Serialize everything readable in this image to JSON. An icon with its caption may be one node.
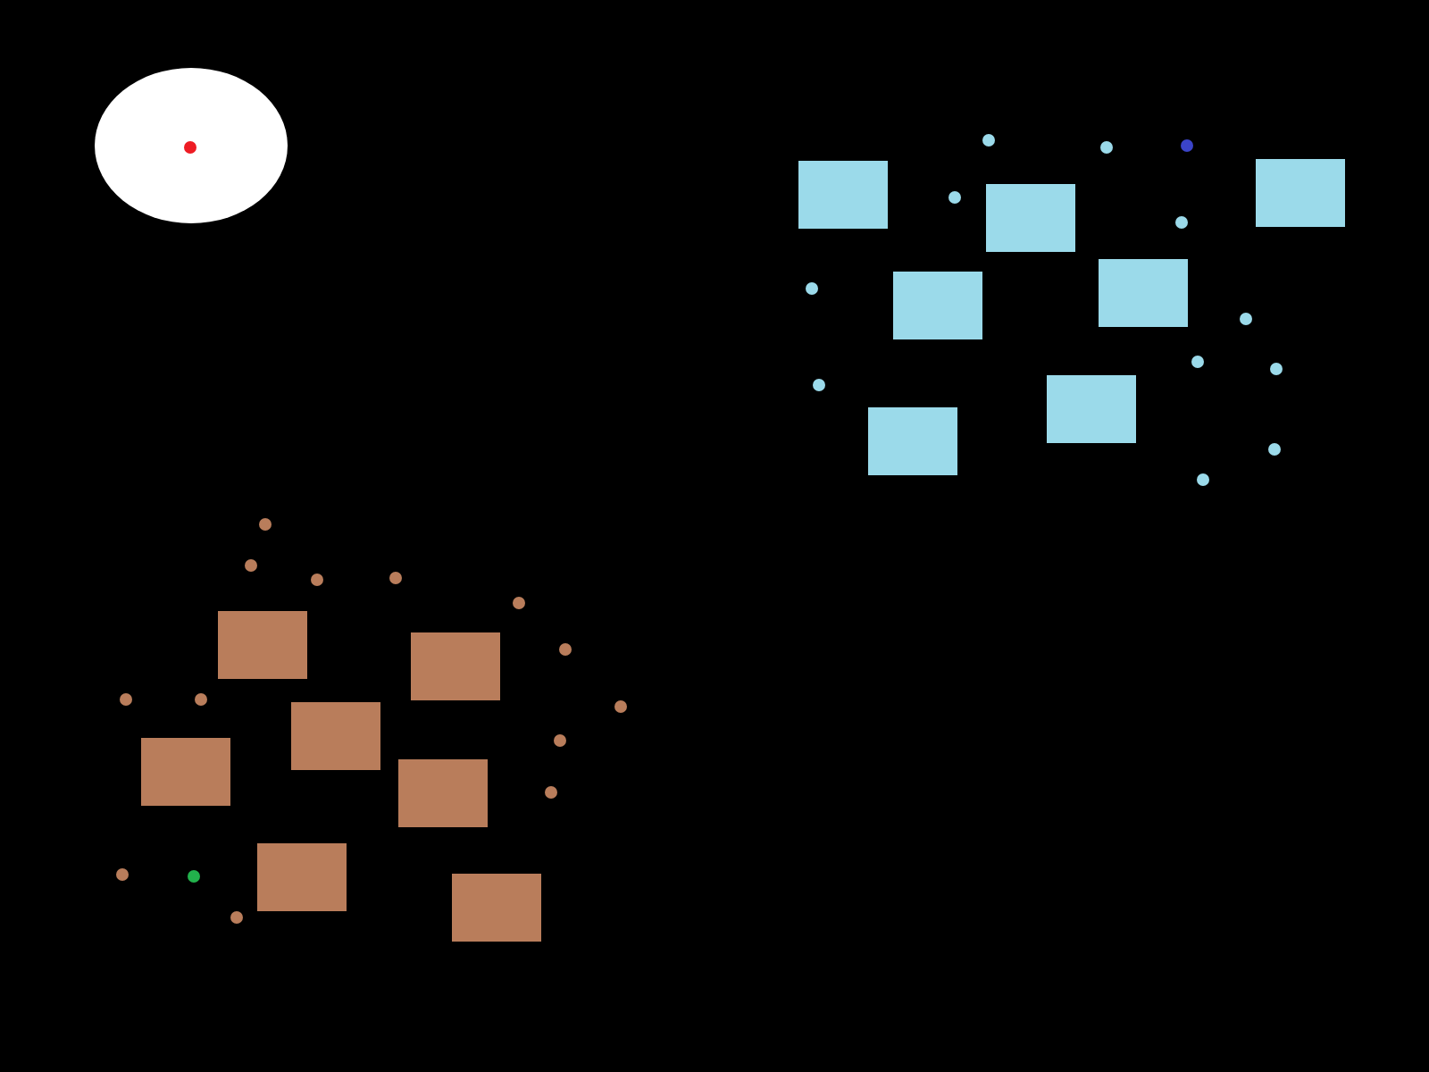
{
  "diagram": {
    "nodes": [
      {
        "text": [],
        "shape": "ellipse"
      },
      {
        "text": [],
        "shape": "circle",
        "in": 0
      },
      {
        "text": [],
        "shape": "circle"
      },
      {
        "text": [],
        "shape": "circle"
      },
      {
        "text": [],
        "shape": "circle"
      },
      {
        "text": [],
        "shape": "box"
      },
      {
        "text": [],
        "shape": "box"
      },
      {
        "text": [],
        "shape": "box"
      },
      {
        "text": [],
        "shape": "circle"
      },
      {
        "text": [],
        "shape": "circle"
      },
      {
        "text": [],
        "shape": "box"
      },
      {
        "text": [],
        "shape": "box"
      },
      {
        "text": [],
        "shape": "circle"
      },
      {
        "text": [],
        "shape": "circle"
      },
      {
        "text": [],
        "shape": "circle"
      },
      {
        "text": [],
        "shape": "box"
      },
      {
        "text": [],
        "shape": "circle"
      },
      {
        "text": [],
        "shape": "box"
      },
      {
        "text": [],
        "shape": "circle"
      },
      {
        "text": [],
        "shape": "circle"
      },
      {
        "text": [],
        "shape": "circle"
      },
      {
        "text": [],
        "shape": "circle"
      },
      {
        "text": [],
        "shape": "circle"
      },
      {
        "text": [],
        "shape": "circle"
      },
      {
        "text": [],
        "shape": "circle"
      },
      {
        "text": [],
        "shape": "box"
      },
      {
        "text": [],
        "shape": "box"
      },
      {
        "text": [],
        "shape": "circle"
      },
      {
        "text": [],
        "shape": "circle"
      },
      {
        "text": [],
        "shape": "circle"
      },
      {
        "text": [],
        "shape": "box"
      },
      {
        "text": [],
        "shape": "box"
      },
      {
        "text": [],
        "shape": "circle"
      },
      {
        "text": [],
        "shape": "box"
      },
      {
        "text": [],
        "shape": "circle"
      },
      {
        "text": [],
        "shape": "circle"
      },
      {
        "text": [],
        "shape": "circle"
      },
      {
        "text": [],
        "shape": "box"
      },
      {
        "text": [],
        "shape": "box"
      },
      {
        "text": [],
        "shape": "circle"
      },
      {
        "text": [],
        "shape": "circle"
      },
      {
        "text": [],
        "shape": "circle"
      }
    ]
  }
}
